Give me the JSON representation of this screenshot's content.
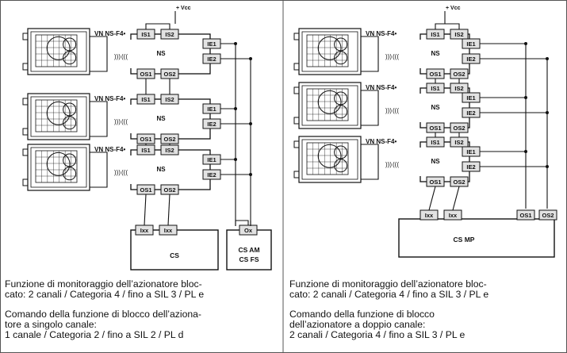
{
  "labels": {
    "vcc": "+ Vcc",
    "device": "VN NS-F4•",
    "ns": "NS",
    "is1": "IS1",
    "is2": "IS2",
    "os1": "OS1",
    "os2": "OS2",
    "ie1": "IE1",
    "ie2": "IE2",
    "ixx": "Ixx",
    "ox": "Ox"
  },
  "left": {
    "cs": "CS",
    "cs_am": "CS AM",
    "cs_fs": "CS FS",
    "caption1": [
      "Funzione di monitoraggio dell’azionatore bloc-",
      "cato: 2 canali / Categoria 4 / fino a SIL 3 / PL e"
    ],
    "caption2": [
      "Comando della funzione di blocco dell’aziona-",
      "tore a singolo canale:",
      "1 canale / Categoria 2 / fino a SIL 2 / PL d"
    ]
  },
  "right": {
    "cs_mp": "CS MP",
    "caption1": [
      "Funzione di monitoraggio dell’azionatore bloc-",
      "cato: 2 canali / Categoria 4 / fino a SIL 3 / PL e"
    ],
    "caption2": [
      "Comando della funzione di blocco",
      "dell’azionatore a doppio canale:",
      "2 canali / Categoria 4 / fino a SIL 3 / PL e"
    ]
  }
}
